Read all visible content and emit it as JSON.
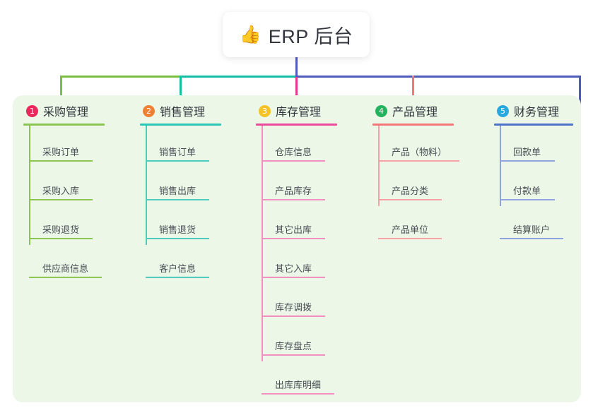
{
  "title": {
    "emoji": "👍",
    "emoji_name": "thumbs-up-icon",
    "text": "ERP 后台"
  },
  "palette": {
    "panel_bg": "#edf7e8",
    "trunk": "#4f5bbf",
    "seg_green": "#7dbe44",
    "seg_teal": "#13bfa6",
    "seg_blue": "#4f5bbf"
  },
  "columns": [
    {
      "number": "1",
      "title": "采购管理",
      "badge_color": "#e8295c",
      "rule_color": "#8cc552",
      "line_color": "#8cc552",
      "items": [
        {
          "label": "采购订单",
          "width": 90
        },
        {
          "label": "采购入库",
          "width": 90
        },
        {
          "label": "采购退货",
          "width": 90
        },
        {
          "label": "供应商信息",
          "width": 103
        }
      ]
    },
    {
      "number": "2",
      "title": "销售管理",
      "badge_color": "#f08033",
      "rule_color": "#2cc6b8",
      "line_color": "#4ecbc0",
      "items": [
        {
          "label": "销售订单",
          "width": 90
        },
        {
          "label": "销售出库",
          "width": 90
        },
        {
          "label": "销售退货",
          "width": 90
        },
        {
          "label": "客户信息",
          "width": 90
        }
      ]
    },
    {
      "number": "3",
      "title": "库存管理",
      "badge_color": "#f5c325",
      "rule_color": "#ec4a9b",
      "line_color": "#f08fc0",
      "items": [
        {
          "label": "仓库信息",
          "width": 90
        },
        {
          "label": "产品库存",
          "width": 90
        },
        {
          "label": "其它出库",
          "width": 90
        },
        {
          "label": "其它入库",
          "width": 90
        },
        {
          "label": "库存调拨",
          "width": 90
        },
        {
          "label": "库存盘点",
          "width": 90
        },
        {
          "label": "出库库明细",
          "width": 103
        }
      ]
    },
    {
      "number": "4",
      "title": "产品管理",
      "badge_color": "#22b35e",
      "rule_color": "#f4767a",
      "line_color": "#f7a3a5",
      "items": [
        {
          "label": "产品（物料）",
          "width": 115
        },
        {
          "label": "产品分类",
          "width": 90
        },
        {
          "label": "产品单位",
          "width": 90
        }
      ]
    },
    {
      "number": "5",
      "title": "财务管理",
      "badge_color": "#29a8e0",
      "rule_color": "#4f72c9",
      "line_color": "#8fa4dd",
      "items": [
        {
          "label": "回款单",
          "width": 78
        },
        {
          "label": "付款单",
          "width": 78
        },
        {
          "label": "结算账户",
          "width": 90
        }
      ]
    }
  ]
}
